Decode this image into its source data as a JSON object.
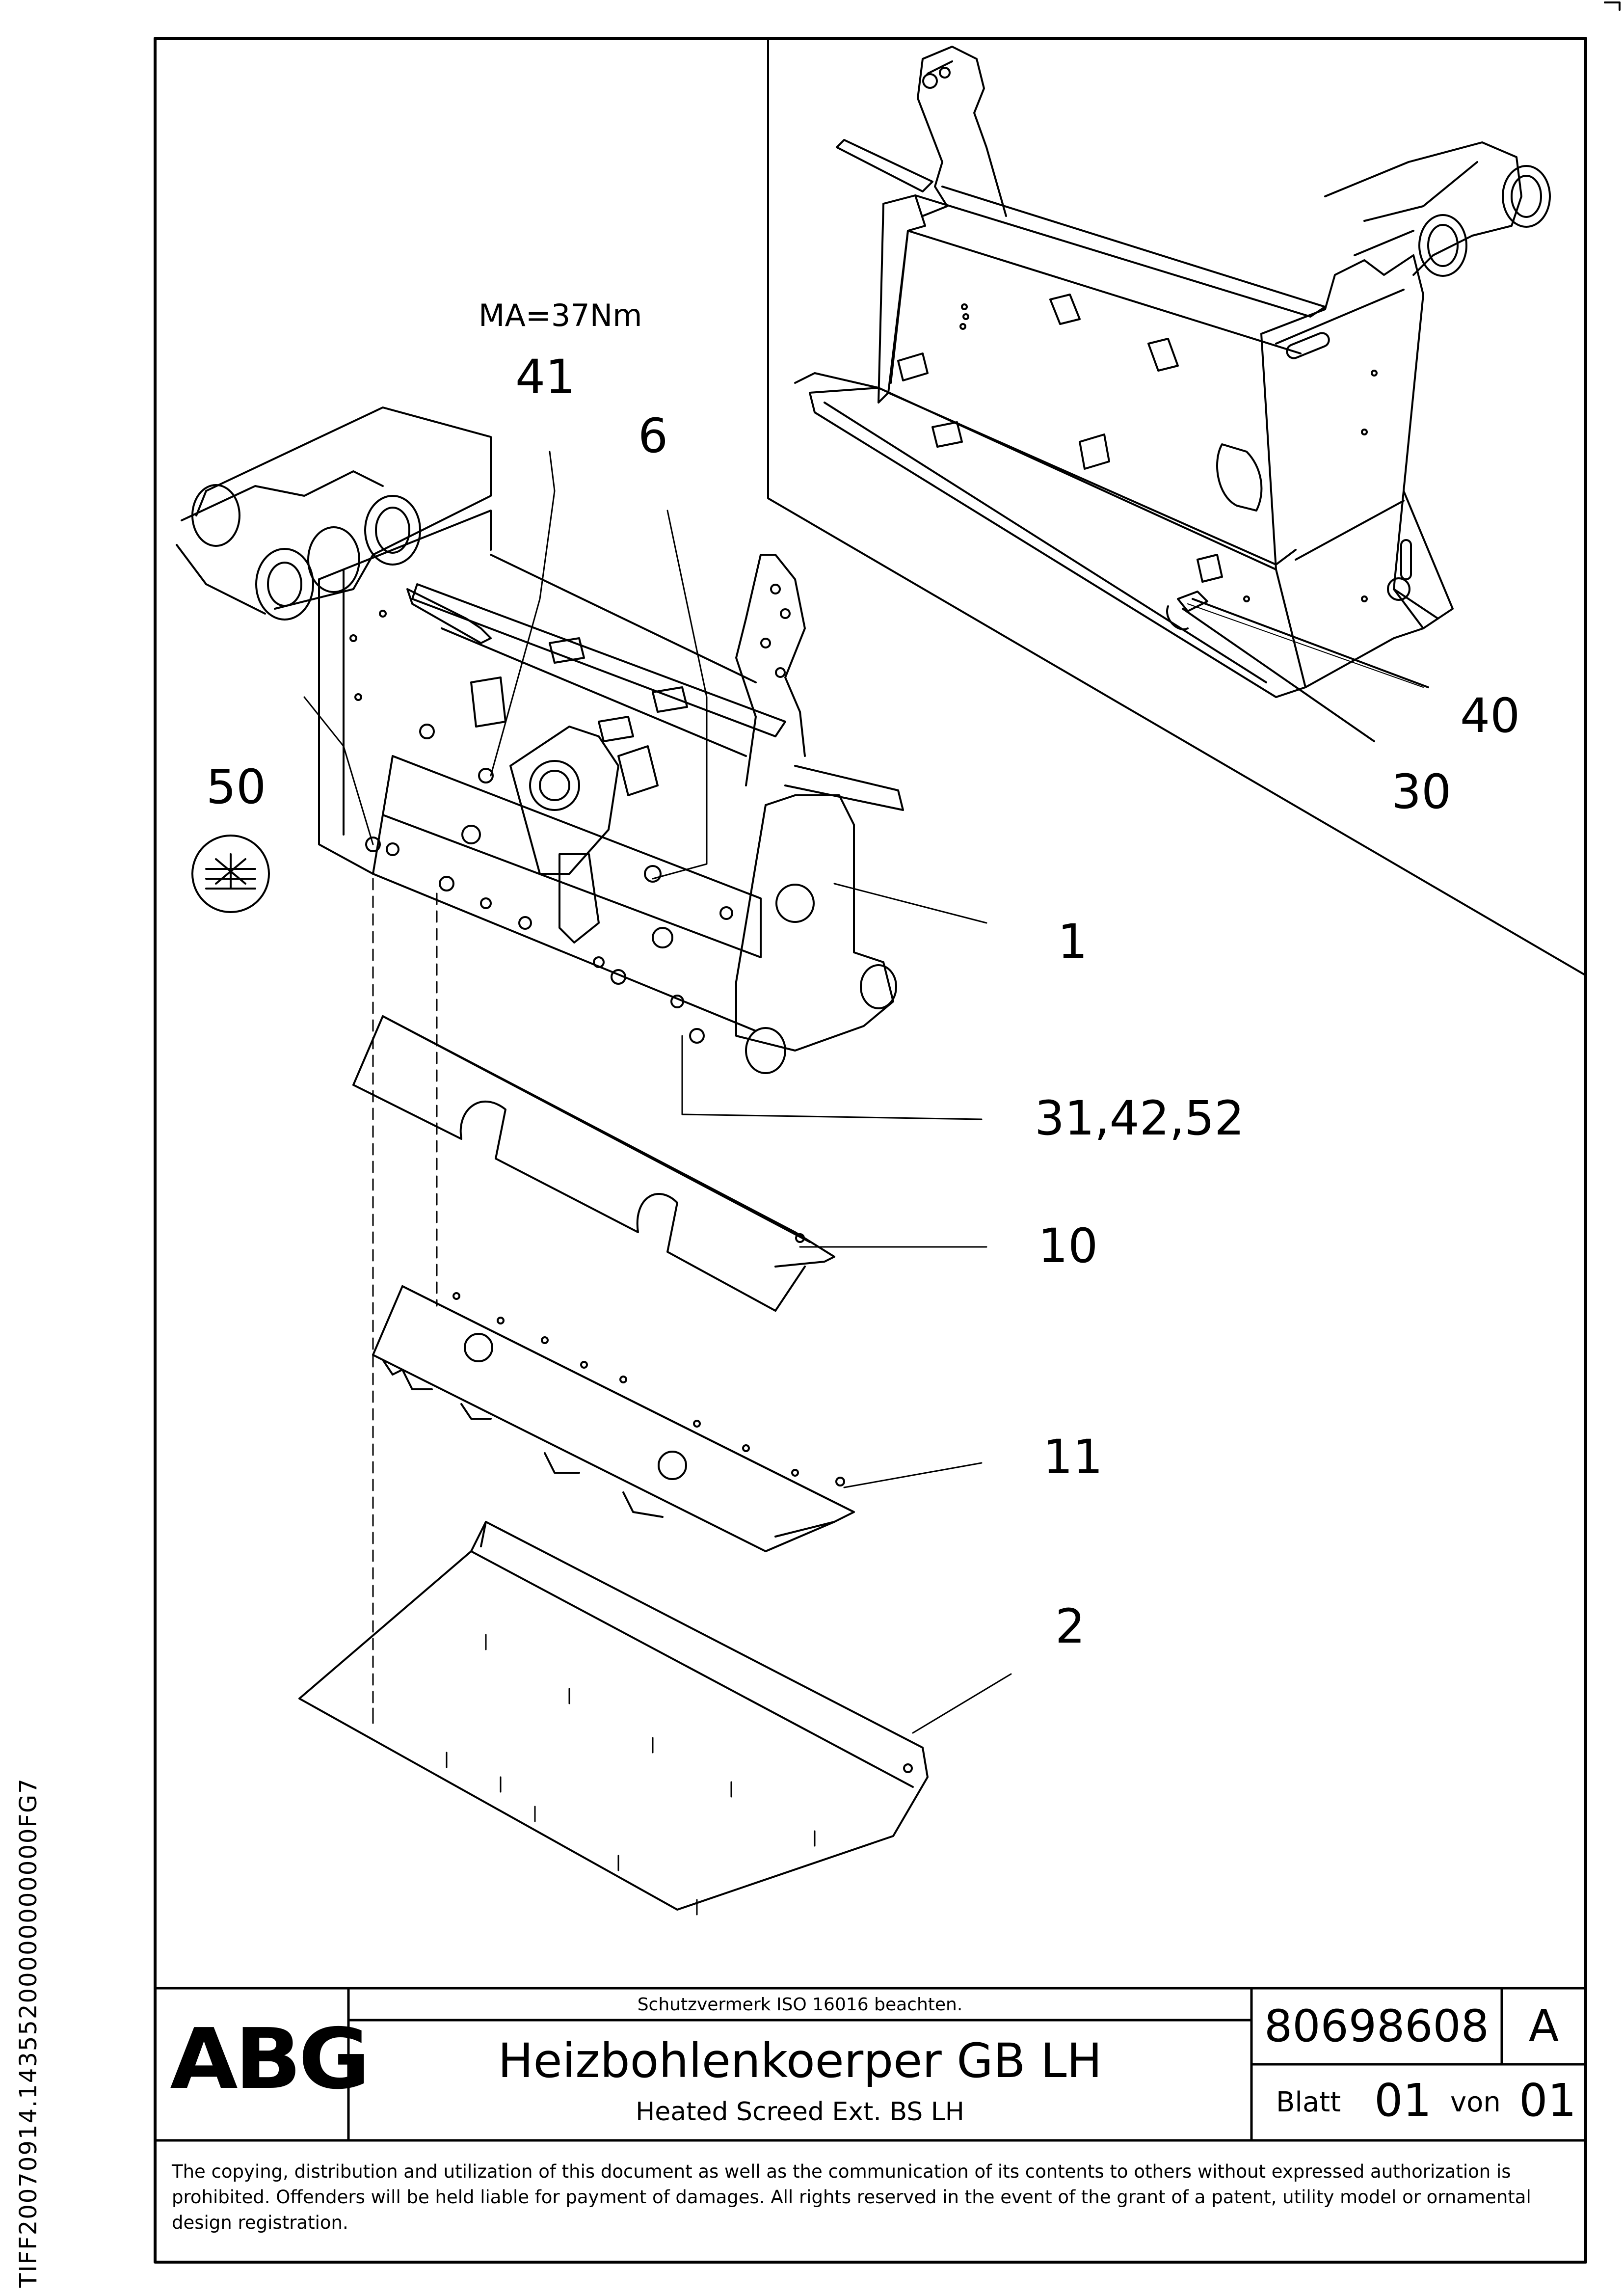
{
  "drawing": {
    "torque_note": "MA=37Nm",
    "callouts": [
      "41",
      "6",
      "50",
      "1",
      "31,42,52",
      "10",
      "11",
      "2",
      "40",
      "30"
    ]
  },
  "title_block": {
    "protection_note": "Schutzvermerk ISO 16016 beachten.",
    "logo_text": "ABG",
    "title_de": "Heizbohlenkoerper GB LH",
    "title_en": "Heated Screed Ext. BS LH",
    "part_number": "80698608",
    "revision": "A",
    "sheet_label": "Blatt",
    "sheet_number": "01",
    "of_label": "von",
    "sheet_total": "01"
  },
  "copyright": "The copying, distribution and utilization of this document as well as the communication of its contents to others without expressed authorization is prohibited. Offenders will be held liable for payment of damages. All rights reserved in the event of the grant of a patent, utility model or ornamental design registration.",
  "side_identifier": "TIFF20070914.14355200000000000FG7"
}
